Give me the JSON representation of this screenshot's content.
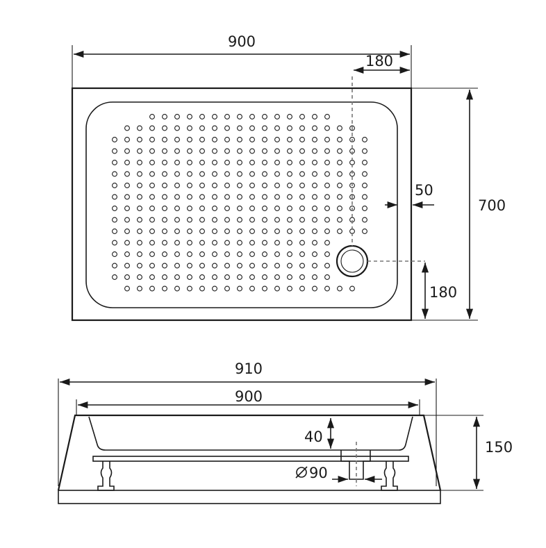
{
  "top_view": {
    "width_dim": "900",
    "drain_x_dim": "180",
    "height_dim": "700",
    "rim_dim": "50",
    "drain_y_dim": "180"
  },
  "side_view": {
    "outer_width_dim": "910",
    "inner_width_dim": "900",
    "depth_dim": "40",
    "total_height_dim": "150",
    "drain_diameter_dim": "90"
  },
  "colors": {
    "line": "#1a1a1a",
    "guide": "#777777",
    "hatch": "#444444"
  }
}
